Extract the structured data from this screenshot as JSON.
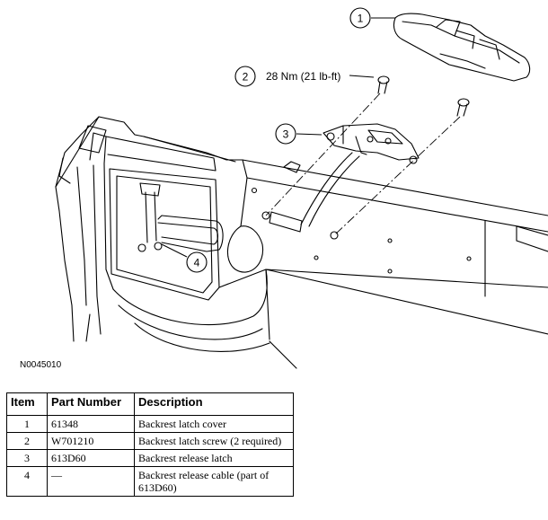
{
  "diagram": {
    "callouts": [
      {
        "number": "1"
      },
      {
        "number": "2",
        "label": "28 Nm (21 lb-ft)"
      },
      {
        "number": "3"
      },
      {
        "number": "4"
      }
    ],
    "figure_id": "N0045010"
  },
  "parts_table": {
    "headers": {
      "item": "Item",
      "part_number": "Part Number",
      "description": "Description"
    },
    "rows": [
      {
        "item": "1",
        "part_number": "61348",
        "description": "Backrest latch cover"
      },
      {
        "item": "2",
        "part_number": "W701210",
        "description": "Backrest latch screw (2 required)"
      },
      {
        "item": "3",
        "part_number": "613D60",
        "description": "Backrest release latch"
      },
      {
        "item": "4",
        "part_number": "—",
        "description": "Backrest release cable (part of 613D60)"
      }
    ]
  }
}
